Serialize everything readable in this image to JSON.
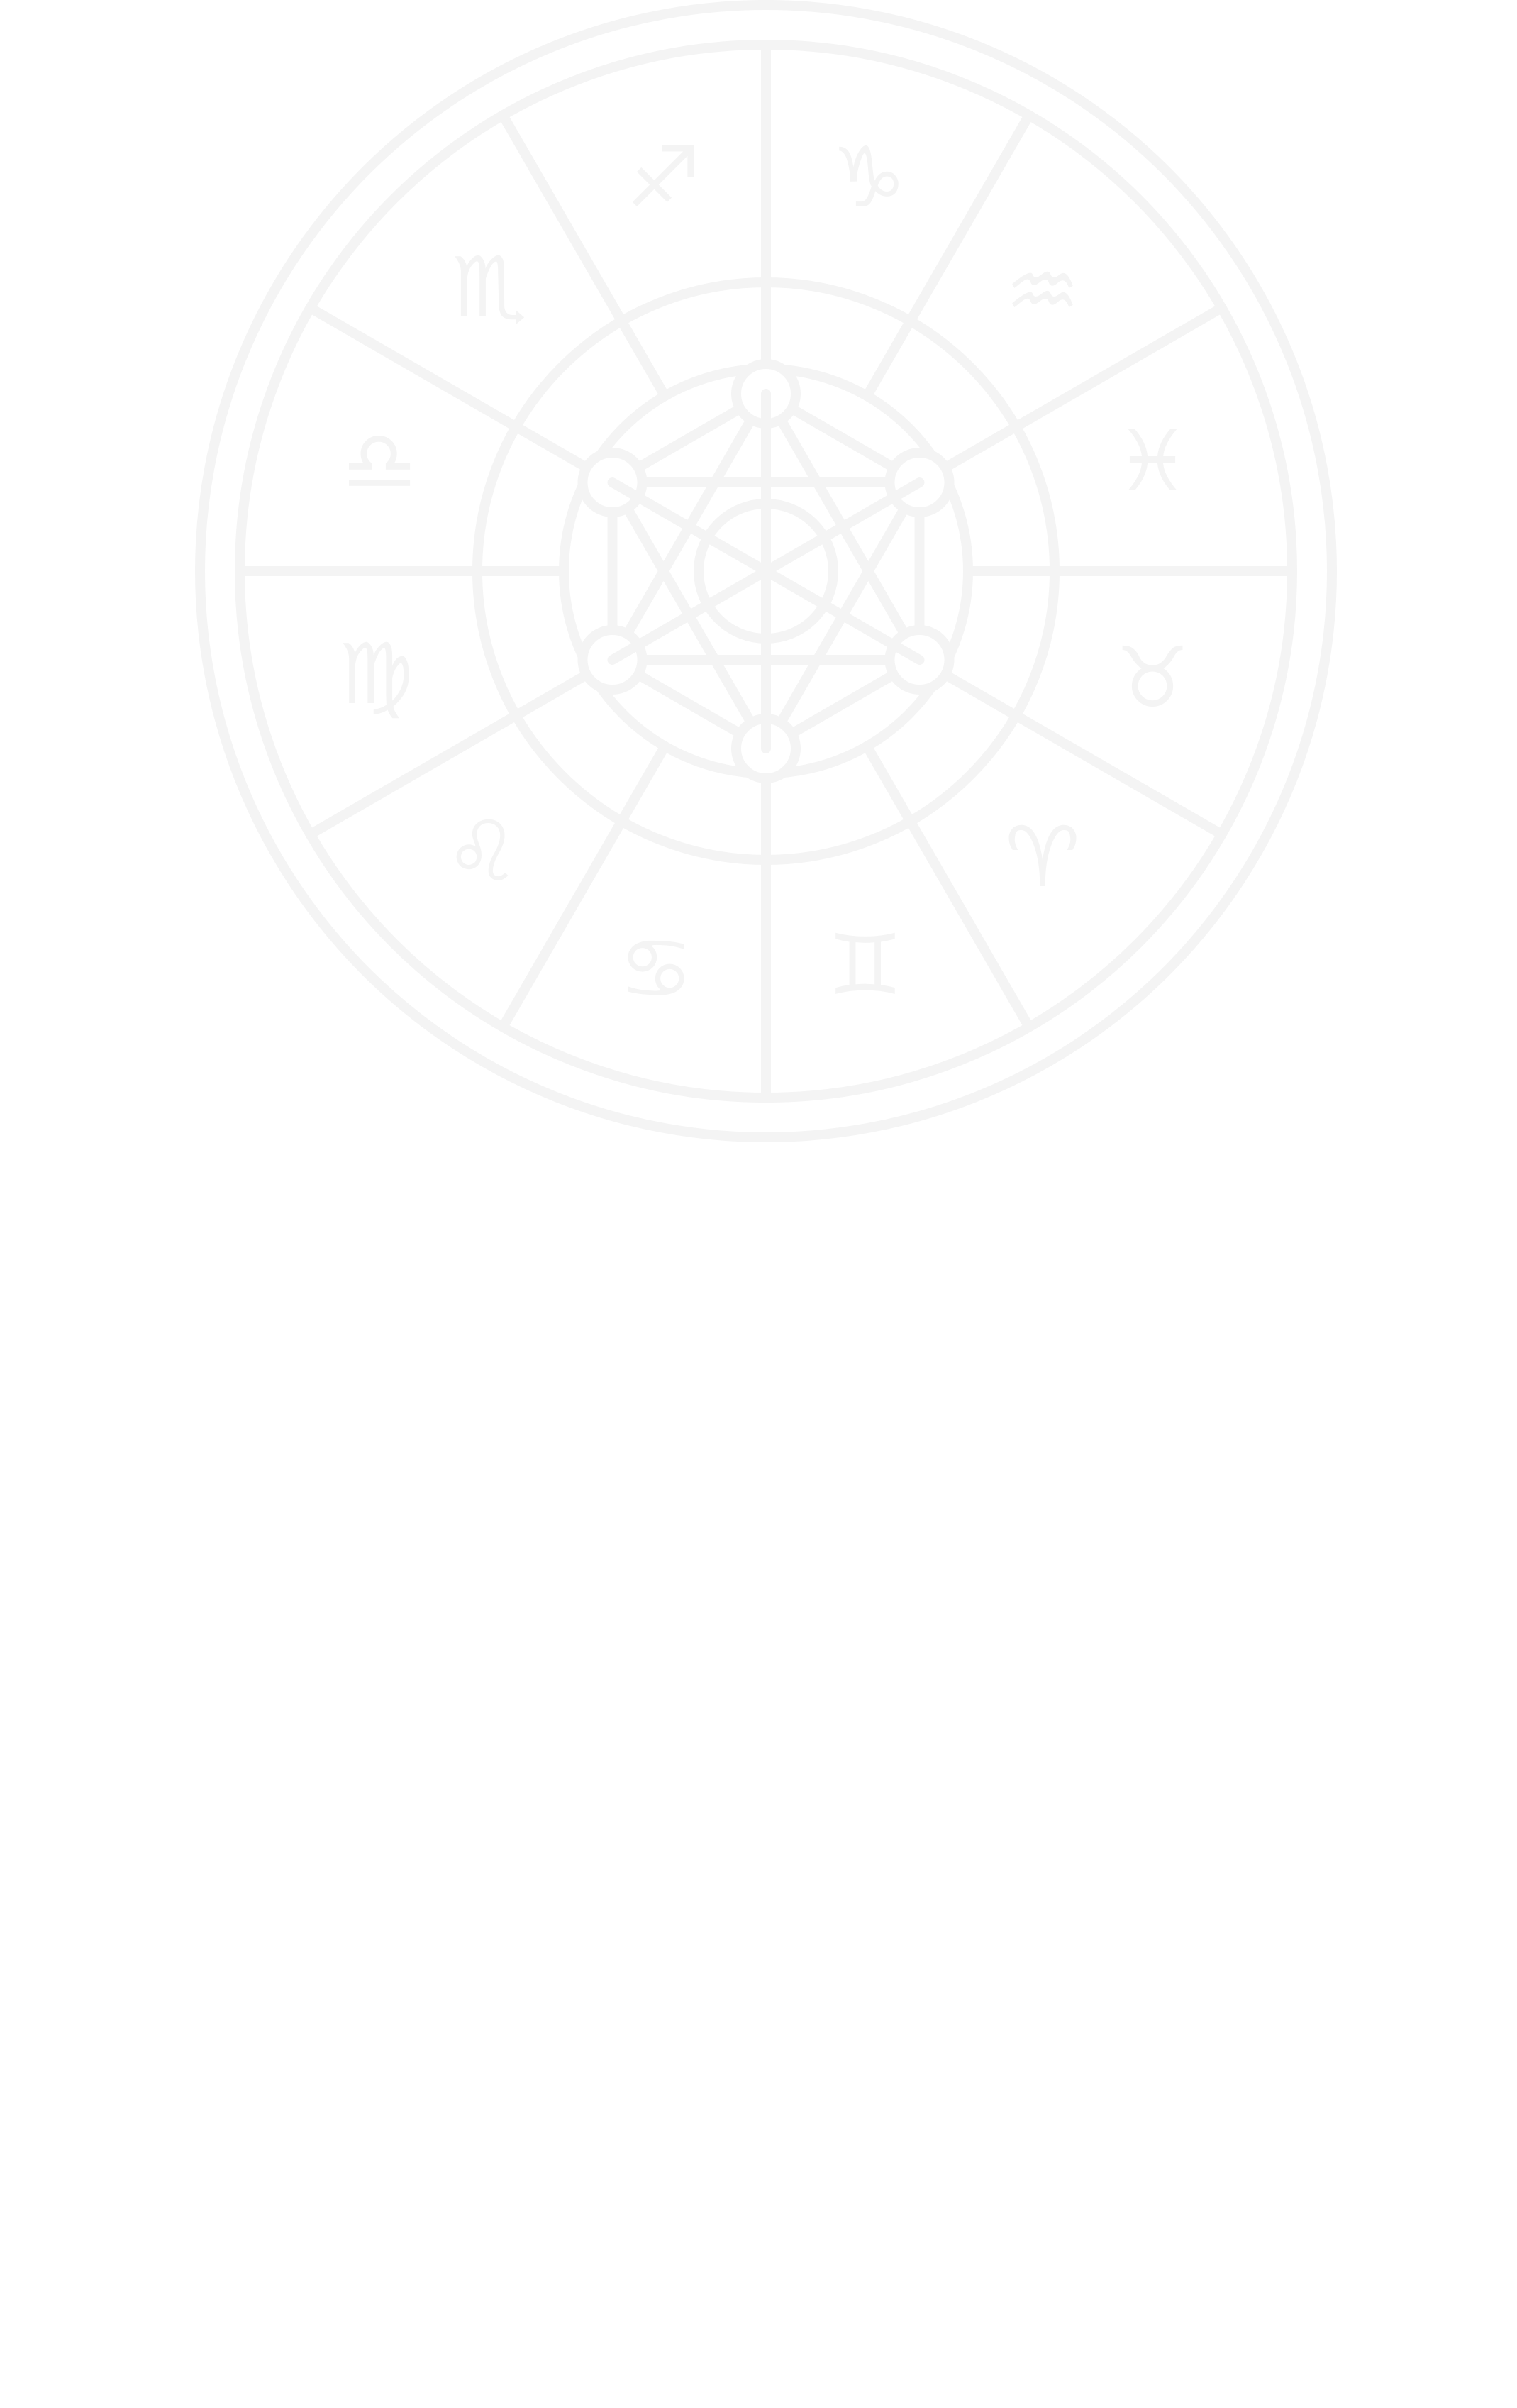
{
  "wheel": {
    "line_color": "#f4f4f4",
    "background": "#ffffff",
    "signs": [
      {
        "name": "aries",
        "glyph": "♈"
      },
      {
        "name": "taurus",
        "glyph": "♉"
      },
      {
        "name": "gemini",
        "glyph": "♊"
      },
      {
        "name": "cancer",
        "glyph": "♋"
      },
      {
        "name": "leo",
        "glyph": "♌"
      },
      {
        "name": "virgo",
        "glyph": "♍"
      },
      {
        "name": "libra",
        "glyph": "♎"
      },
      {
        "name": "scorpio",
        "glyph": "♏"
      },
      {
        "name": "sagittarius",
        "glyph": "♐"
      },
      {
        "name": "capricorn",
        "glyph": "♑"
      },
      {
        "name": "aquarius",
        "glyph": "♒"
      },
      {
        "name": "pisces",
        "glyph": "♓"
      }
    ],
    "center_icon": "hexagram-with-seven-circles"
  }
}
